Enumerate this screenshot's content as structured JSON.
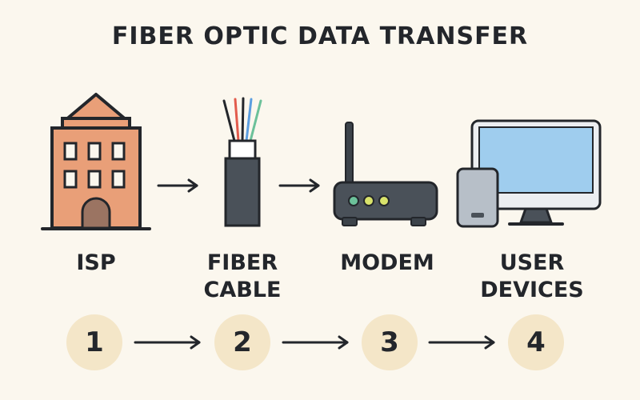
{
  "title": "FIBER OPTIC DATA TRANSFER",
  "stages": [
    {
      "label_line1": "ISP",
      "label_line2": "",
      "icon": "building-icon"
    },
    {
      "label_line1": "FIBER",
      "label_line2": "CABLE",
      "icon": "fiber-cable-icon"
    },
    {
      "label_line1": "MODEM",
      "label_line2": "",
      "icon": "modem-icon"
    },
    {
      "label_line1": "USER",
      "label_line2": "DEVICES",
      "icon": "devices-icon"
    }
  ],
  "steps": [
    "1",
    "2",
    "3",
    "4"
  ],
  "colors": {
    "background": "#fbf7ee",
    "building": "#e99f78",
    "outline": "#23262b",
    "device_screen": "#9fcdee",
    "phone": "#b7bfc8",
    "step_circle": "#f4e6c8",
    "fiber_red": "#e25b4c",
    "fiber_blue": "#5b9ee0",
    "fiber_green": "#6cc19a",
    "modem_light": "#d9e36b"
  }
}
